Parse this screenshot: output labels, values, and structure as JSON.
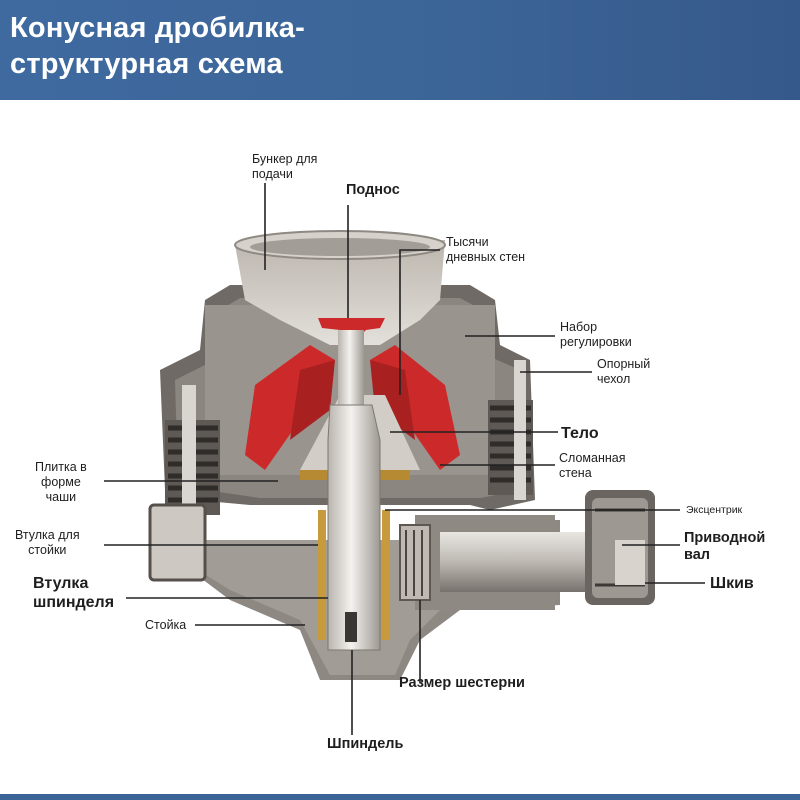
{
  "header": {
    "title_line1": "Конусная дробилка-",
    "title_line2": "структурная схема"
  },
  "labels": {
    "hopper_line1": "Бункер для",
    "hopper_line2": "подачи",
    "tray": "Поднос",
    "daywalls_line1": "Тысячи",
    "daywalls_line2": "дневных стен",
    "adjust_line1": "Набор",
    "adjust_line2": "регулировки",
    "support_line1": "Опорный",
    "support_line2": "чехол",
    "body": "Тело",
    "broken_wall_line1": "Сломанная",
    "broken_wall_line2": "стена",
    "eccentric": "Эксцентрик",
    "drive_shaft_line1": "Приводной",
    "drive_shaft_line2": "вал",
    "pulley": "Шкив",
    "bowl_tile_line1": "Плитка в",
    "bowl_tile_line2": "форме",
    "bowl_tile_line3": "чаши",
    "stand_bushing_line1": "Втулка для",
    "stand_bushing_line2": "стойки",
    "spindle_bushing_line1": "Втулка",
    "spindle_bushing_line2": "шпинделя",
    "stand": "Стойка",
    "gear_size": "Размер шестерни",
    "spindle": "Шпиндель"
  },
  "colors": {
    "banner": "#3c6597",
    "liner_red": "#cc2a2a",
    "steel_light": "#cfcac4",
    "steel_dark": "#6f6a65",
    "bronze": "#c79a3c"
  }
}
